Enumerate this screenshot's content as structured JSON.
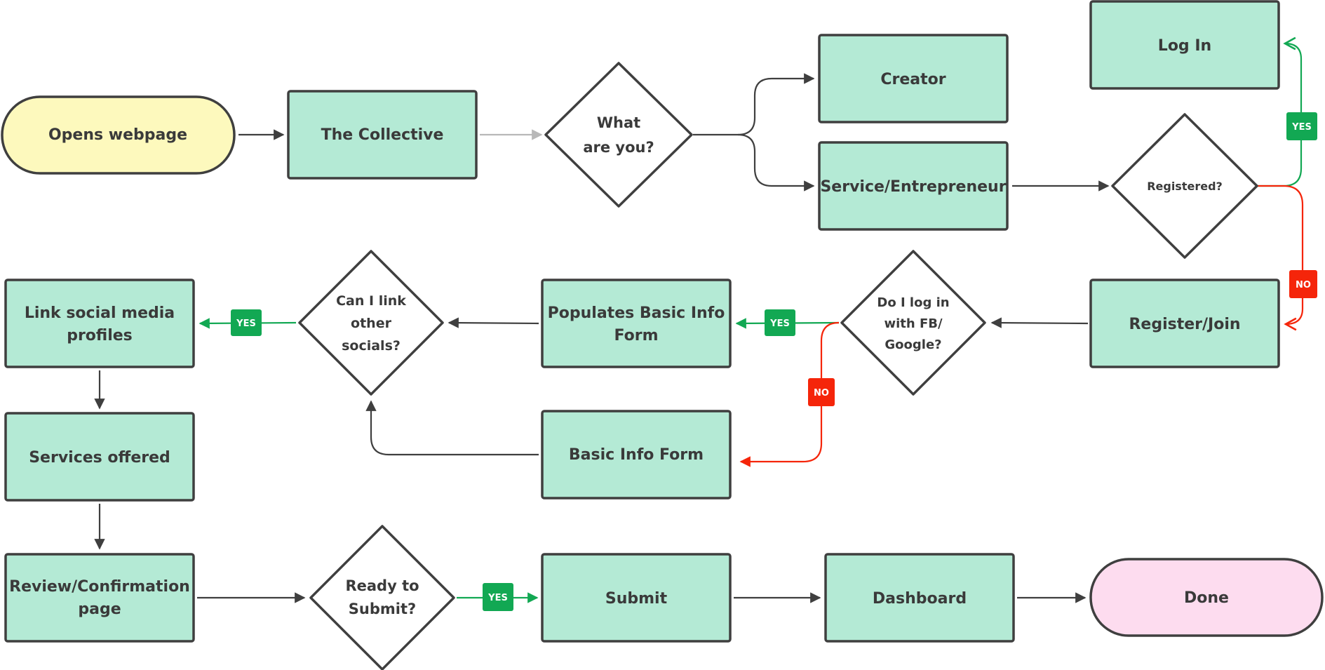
{
  "colors": {
    "box_fill": "#b4ead5",
    "start_fill": "#fdf9bd",
    "end_fill": "#fddcef",
    "stroke": "#3f3f3f",
    "yes": "#12a853",
    "no": "#f5250a",
    "muted": "#b8b8b8"
  },
  "nodes": {
    "opens_webpage": "Opens webpage",
    "the_collective": "The Collective",
    "what_are_you": [
      "What",
      "are you?"
    ],
    "creator": "Creator",
    "service_entrepreneur": "Service/Entrepreneur",
    "log_in": "Log In",
    "registered": "Registered?",
    "register_join": "Register/Join",
    "do_i_log_in": [
      "Do I log in",
      "with FB/",
      "Google?"
    ],
    "populates_basic_info": [
      "Populates Basic Info",
      "Form"
    ],
    "basic_info_form": "Basic Info Form",
    "can_i_link": [
      "Can I link",
      "other",
      "socials?"
    ],
    "link_social": [
      "Link social media",
      "profiles"
    ],
    "services_offered": "Services offered",
    "review_confirmation": [
      "Review/Confirmation",
      "page"
    ],
    "ready_to_submit": [
      "Ready to",
      "Submit?"
    ],
    "submit": "Submit",
    "dashboard": "Dashboard",
    "done": "Done"
  },
  "tags": {
    "yes": "YES",
    "no": "NO"
  }
}
